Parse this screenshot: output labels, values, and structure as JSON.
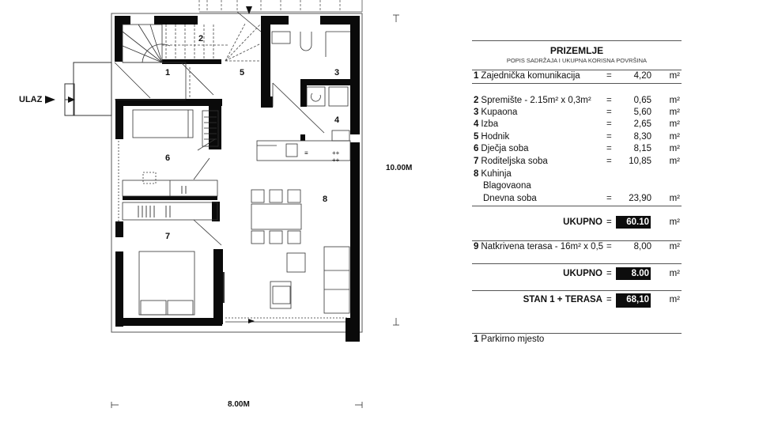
{
  "plan": {
    "entrance_label": "ULAZ",
    "room_numbers": [
      "1",
      "2",
      "3",
      "4",
      "5",
      "6",
      "7",
      "8"
    ],
    "dim_width": "8.00M",
    "dim_height": "10.00M"
  },
  "table": {
    "title": "PRIZEMLJE",
    "subtitle": "POPIS SADRŽAJA I UKUPNA KORISNA POVRŠINA",
    "unit": "m²",
    "eq": "=",
    "common": {
      "num": "1",
      "name": "Zajednička komunikacija",
      "value": "4,20"
    },
    "rooms": [
      {
        "num": "2",
        "name": "Spremište - 2.15m² x 0,3m²",
        "value": "0,65"
      },
      {
        "num": "3",
        "name": "Kupaona",
        "value": "5,60"
      },
      {
        "num": "4",
        "name": "Izba",
        "value": "2,65"
      },
      {
        "num": "5",
        "name": "Hodnik",
        "value": "8,30"
      },
      {
        "num": "6",
        "name": "Dječja soba",
        "value": "8,15"
      },
      {
        "num": "7",
        "name": "Roditeljska soba",
        "value": "10,85"
      },
      {
        "num": "8",
        "name": "Kuhinja",
        "value": ""
      },
      {
        "num": "",
        "name": "Blagovaona",
        "value": ""
      },
      {
        "num": "",
        "name": "Dnevna soba",
        "value": "23,90"
      }
    ],
    "total1": {
      "label": "UKUPNO",
      "value": "60.10"
    },
    "terrace": {
      "num": "9",
      "name": "Natkrivena terasa - 16m² x 0,5",
      "value": "8,00"
    },
    "total2": {
      "label": "UKUPNO",
      "value": "8.00"
    },
    "grand_total": {
      "label": "STAN 1 + TERASA",
      "value": "68,10"
    },
    "parking": {
      "num": "1",
      "name": "Parkirno mjesto"
    }
  }
}
